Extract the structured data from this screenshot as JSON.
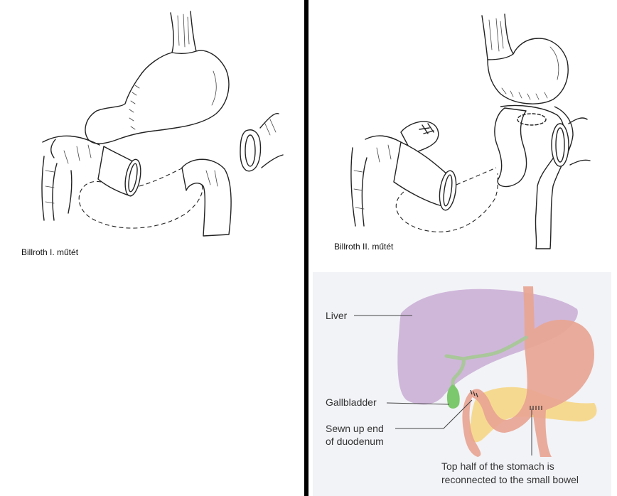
{
  "panels": {
    "billroth1": {
      "caption": "Billroth I. műtét"
    },
    "billroth2": {
      "caption": "Billroth II. műtét"
    },
    "anatomy": {
      "labels": {
        "liver": "Liver",
        "gallbladder": "Gallbladder",
        "sewn_line1": "Sewn up end",
        "sewn_line2": "of duodenum",
        "stomach_line1": "Top half of the stomach is",
        "stomach_line2": "reconnected to the small bowel"
      },
      "colors": {
        "background": "#f2f3f7",
        "liver": "#c9acd5",
        "stomach": "#e8a592",
        "pancreas": "#f6d991",
        "gallbladder": "#7cc86c",
        "bile_duct": "#a9c79a"
      }
    }
  }
}
